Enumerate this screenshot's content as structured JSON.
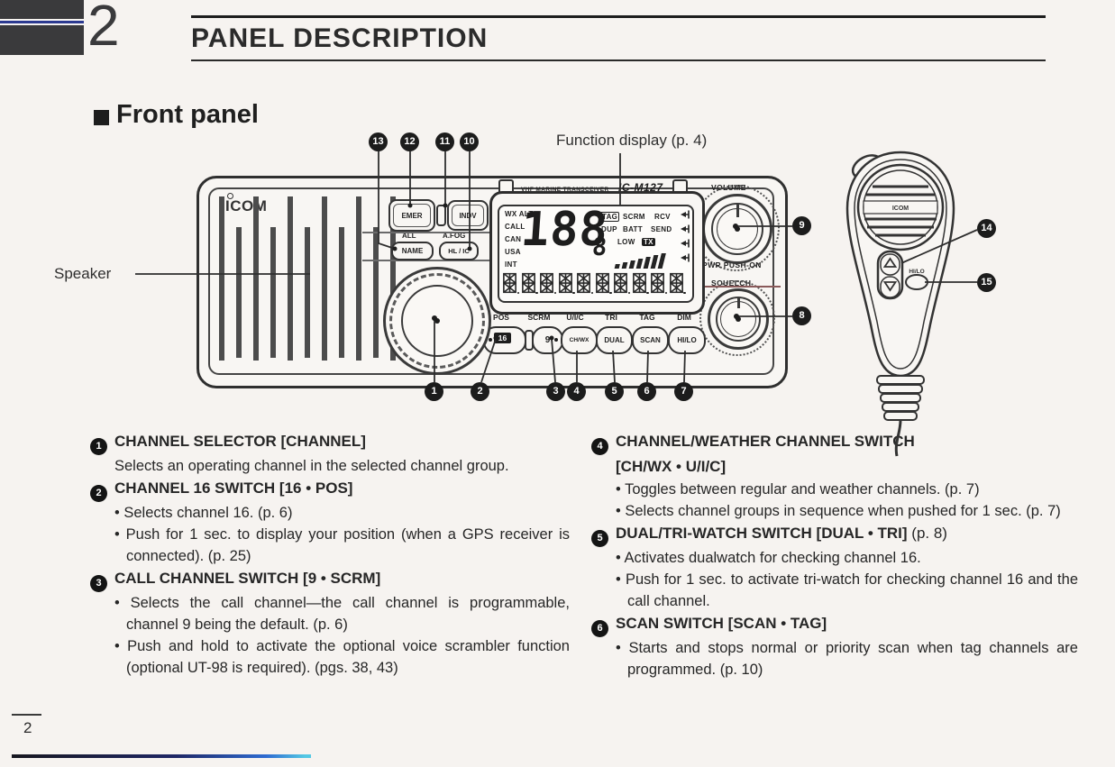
{
  "header": {
    "chapter_number": "2",
    "title": "PANEL DESCRIPTION"
  },
  "section_heading": "Front panel",
  "diagram": {
    "function_display_label": "Function display (p. 4)",
    "speaker_label": "Speaker",
    "radio": {
      "brand": "ICOM",
      "top_label": "VHF MARINE TRANSCEIVER",
      "model": "IC-M127",
      "lcd": {
        "left_indicators": [
          "WX ALT",
          "CALL",
          "CAN",
          "USA",
          "INT"
        ],
        "digits": "188",
        "small_digit": "8",
        "row1": [
          "TAG",
          "SCRM",
          "RCV"
        ],
        "row2": [
          "DUP",
          "BATT",
          "SEND"
        ],
        "row3": [
          "LOW",
          "TX"
        ]
      },
      "top_buttons": {
        "emer": "EMER",
        "indv": "INDV",
        "all_label": "ALL",
        "afog_label": "A.FOG",
        "name": "NAME",
        "hlic": "HL / IC"
      },
      "bottom_buttons": [
        {
          "top": "POS",
          "label": "16"
        },
        {
          "top": "SCRM",
          "label": "9"
        },
        {
          "top": "U/I/C",
          "label": "CH/WX"
        },
        {
          "top": "TRI",
          "label": "DUAL"
        },
        {
          "top": "TAG",
          "label": "SCAN"
        },
        {
          "top": "DIM",
          "label": "HI/LO"
        }
      ],
      "volume_label": "VOLUME",
      "pwr_label": "PWR PUSH-ON",
      "squelch_label": "SQUELCH"
    },
    "mic": {
      "brand": "ICOM",
      "hilo_label": "HI/LO"
    },
    "callouts": [
      "1",
      "2",
      "3",
      "4",
      "5",
      "6",
      "7",
      "8",
      "9",
      "10",
      "11",
      "12",
      "13",
      "14",
      "15"
    ]
  },
  "descriptions": {
    "left": [
      {
        "num": "1",
        "title": "CHANNEL SELECTOR [CHANNEL]",
        "body": "Selects an operating channel in the selected channel group."
      },
      {
        "num": "2",
        "title": "CHANNEL 16 SWITCH [16 • POS]",
        "bullets": [
          "Selects channel 16. (p. 6)",
          "Push for 1 sec. to display your position (when a GPS receiver is connected). (p. 25)"
        ]
      },
      {
        "num": "3",
        "title": "CALL CHANNEL SWITCH [9 • SCRM]",
        "bullets": [
          "Selects the call channel—the call channel is programmable, channel 9 being the default. (p. 6)",
          "Push and hold to activate the optional voice scrambler function (optional UT-98 is required). (pgs. 38, 43)"
        ]
      }
    ],
    "right": [
      {
        "num": "4",
        "title": "CHANNEL/WEATHER CHANNEL SWITCH",
        "subtitle": "[CH/WX • U/I/C]",
        "bullets": [
          "Toggles between regular and weather channels. (p. 7)",
          "Selects channel groups in sequence when pushed for 1 sec. (p. 7)"
        ]
      },
      {
        "num": "5",
        "title": "DUAL/TRI-WATCH SWITCH [DUAL • TRI]",
        "title_suffix": " (p. 8)",
        "bullets": [
          "Activates dualwatch for checking channel 16.",
          "Push for 1 sec. to activate tri-watch for checking channel 16 and the call channel."
        ]
      },
      {
        "num": "6",
        "title": "SCAN SWITCH [SCAN • TAG]",
        "bullets": [
          "Starts and stops normal or priority scan when tag channels are programmed. (p. 10)"
        ]
      }
    ]
  },
  "footer": {
    "page_number": "2"
  }
}
